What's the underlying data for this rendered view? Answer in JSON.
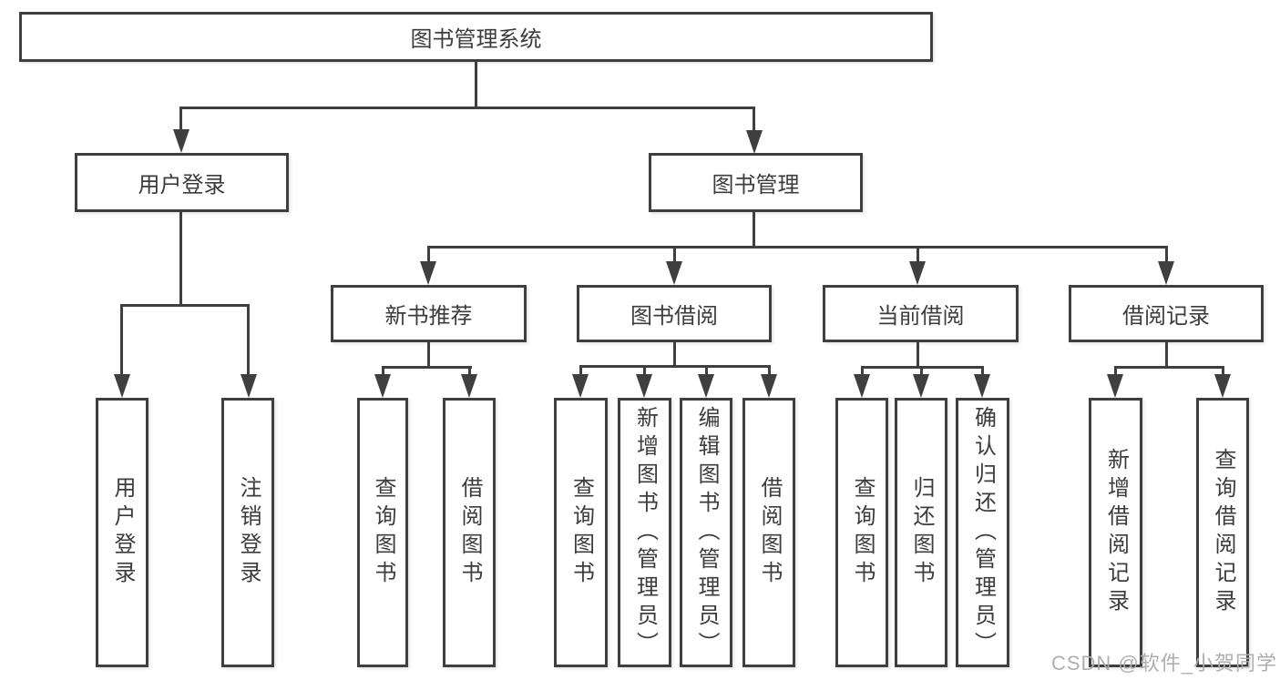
{
  "tree": {
    "label": "图书管理系统",
    "children": [
      {
        "label": "用户登录",
        "children": [
          {
            "label": "用户登录"
          },
          {
            "label": "注销登录"
          }
        ]
      },
      {
        "label": "图书管理",
        "children": [
          {
            "label": "新书推荐",
            "children": [
              {
                "label": "查询图书"
              },
              {
                "label": "借阅图书"
              }
            ]
          },
          {
            "label": "图书借阅",
            "children": [
              {
                "label": "查询图书"
              },
              {
                "label": "新增图书（管理员）"
              },
              {
                "label": "编辑图书（管理员）"
              },
              {
                "label": "借阅图书"
              }
            ]
          },
          {
            "label": "当前借阅",
            "children": [
              {
                "label": "查询图书"
              },
              {
                "label": "归还图书"
              },
              {
                "label": "确认归还（管理员）"
              }
            ]
          },
          {
            "label": "借阅记录",
            "children": [
              {
                "label": "新增借阅记录"
              },
              {
                "label": "查询借阅记录"
              }
            ]
          }
        ]
      }
    ]
  },
  "watermark": {
    "text": "CSDN @软件_小贺同学"
  },
  "colors": {
    "line": "#3f3f3f",
    "text": "#3c3c3c",
    "background": "#ffffff",
    "watermark": "#ababab"
  }
}
